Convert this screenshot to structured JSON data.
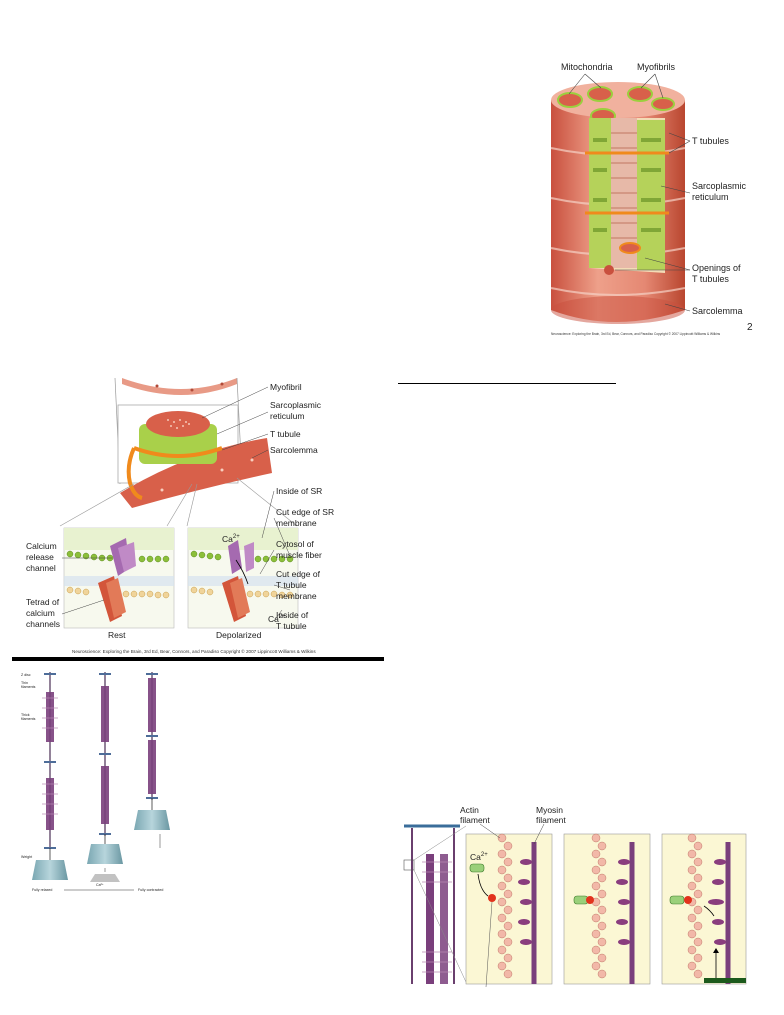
{
  "muscle_fiber": {
    "labels": {
      "mitochondria": "Mitochondria",
      "myofibrils": "Myofibrils",
      "t_tubules": "T tubules",
      "sr_line1": "Sarcoplasmic",
      "sr_line2": "reticulum",
      "openings_line1": "Openings of",
      "openings_line2": "T tubules",
      "sarcolemma": "Sarcolemma"
    },
    "credit": "Neuroscience: Exploring the Brain, 3rd Ed, Bear, Connors, and Paradiso Copyright © 2007 Lippincott Williams & Wilkins",
    "corner_mark": "2"
  },
  "calcium_release": {
    "labels": {
      "myofibril": "Myofibril",
      "sr_line1": "Sarcoplasmic",
      "sr_line2": "reticulum",
      "t_tubule": "T tubule",
      "sarcolemma": "Sarcolemma",
      "inside_sr": "Inside of SR",
      "cut_sr_line1": "Cut edge of SR",
      "cut_sr_line2": "membrane",
      "calcium_line1": "Calcium",
      "calcium_line2": "release",
      "calcium_line3": "channel",
      "ca_base": "Ca",
      "ca_sup": "2+",
      "cytosol_line1": "Cytosol of",
      "cytosol_line2": "muscle fiber",
      "cut_tt_line1": "Cut edge of",
      "cut_tt_line2": "T tubule",
      "cut_tt_line3": "membrane",
      "inside_tt_line1": "Inside of",
      "inside_tt_line2": "T tubule",
      "tetrad_line1": "Tetrad of",
      "tetrad_line2": "calcium",
      "tetrad_line3": "channels",
      "rest": "Rest",
      "depolarized": "Depolarized"
    },
    "credit": "Neuroscience: Exploring the Brain, 3rd Ed, Bear, Connors, and Paradiso Copyright © 2007 Lippincott Williams & Wilkins"
  },
  "sarcomere": {
    "labels": {
      "zdisc": "Z disc",
      "thin_line1": "Thin",
      "thin_line2": "filaments",
      "thick_line1": "Thick",
      "thick_line2": "filaments",
      "weight": "Weight",
      "relaxed": "Fully relaxed",
      "ca": "Ca²⁺",
      "contracted": "Fully contracted"
    }
  },
  "actin_myosin": {
    "labels": {
      "actin_line1": "Actin",
      "actin_line2": "filament",
      "myosin_line1": "Myosin",
      "myosin_line2": "filament",
      "ca_base": "Ca",
      "ca_sup": "2+"
    }
  },
  "colors": {
    "muscle_pink": "#e89a86",
    "muscle_dark": "#c9503e",
    "sr_green": "#9ccf3e",
    "t_tubule_orange": "#f08a1c",
    "myosin_purple": "#8a3d7e",
    "actin_bead": "#f2b8a8",
    "panel_cream": "#fbf7d4"
  }
}
